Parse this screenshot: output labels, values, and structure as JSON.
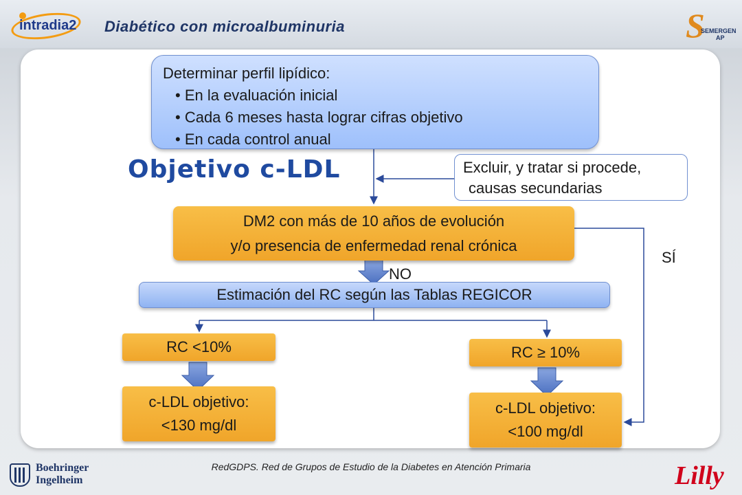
{
  "header": {
    "title": "Diabético con microalbuminuria",
    "left_logo_text": "intradia2",
    "right_logo_name": "SEMERGEN",
    "right_logo_sub": "AP"
  },
  "diagram": {
    "lipid_box": {
      "heading": "Determinar perfil lipídico:",
      "bullets": [
        "• En la evaluación inicial",
        "• Cada 6 meses hasta lograr cifras objetivo",
        "• En cada control anual"
      ]
    },
    "title": "Objetivo c-LDL",
    "exclude_box": {
      "line1": "Excluir, y tratar si procede,",
      "line2": "causas secundarias"
    },
    "dm2_box": {
      "line1": "DM2 con más de 10 años de evolución",
      "line2": "y/o presencia de enfermedad renal crónica"
    },
    "label_no": "NO",
    "label_si": "SÍ",
    "regicor_box": "Estimación del RC según las Tablas REGICOR",
    "rc_low": "RC  <10%",
    "rc_high": "RC ≥ 10%",
    "ldl_low": {
      "line1": "c-LDL objetivo:",
      "line2": "<130 mg/dl"
    },
    "ldl_high": {
      "line1": "c-LDL objetivo:",
      "line2": "<100 mg/dl"
    }
  },
  "footer": {
    "caption": "RedGDPS. Red de Grupos de Estudio de la Diabetes en Atención Primaria",
    "left_logo_line1": "Boehringer",
    "left_logo_line2": "Ingelheim",
    "right_logo": "Lilly"
  },
  "colors": {
    "blue_box": "#9ec0fb",
    "orange_box": "#f0a52a",
    "title_blue": "#1f4aa0",
    "arrow_blue": "#5a7fc8"
  }
}
